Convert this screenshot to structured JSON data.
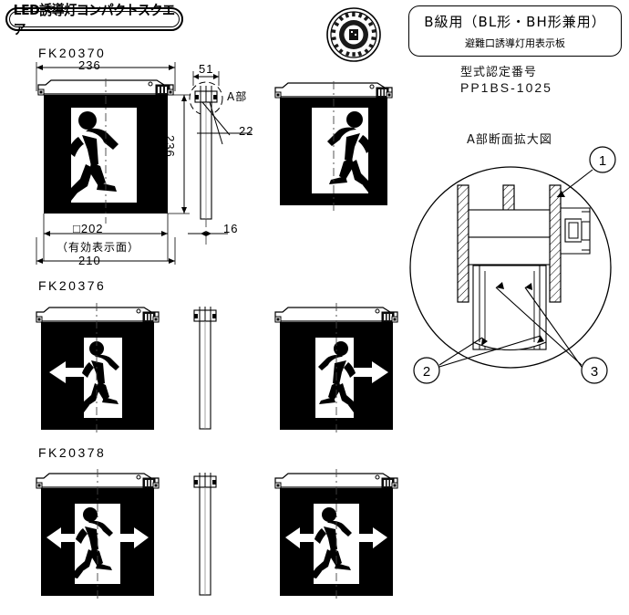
{
  "title_plate": {
    "label": "LED誘導灯コンパクトスクエア"
  },
  "class_plate": {
    "line1": "B級用（BL形・BH形兼用）",
    "line2": "避難口誘導灯用表示板"
  },
  "certification": {
    "label": "型式認定番号",
    "number": "PP1BS-1025",
    "seal_name": "fire-agency-approval-seal"
  },
  "detail_view": {
    "title": "A部断面拡大図",
    "callouts": [
      "1",
      "2",
      "3"
    ]
  },
  "products": [
    {
      "model": "FK20370",
      "front_pictogram": "running-person-left",
      "right_pictogram": "running-person-right",
      "dimensions": {
        "width": "236",
        "height": "236",
        "display_area": "□202",
        "display_area_note": "（有効表示面）",
        "overall_width": "210",
        "side_top_width": "51",
        "side_depth": "22",
        "side_thickness": "16",
        "detail_marker": "A部"
      }
    },
    {
      "model": "FK20376",
      "front_pictogram": "arrow-left-running-person",
      "right_pictogram": "running-person-arrow-right"
    },
    {
      "model": "FK20378",
      "front_pictogram": "arrow-both-running-person",
      "right_pictogram": "arrow-both-running-person"
    }
  ]
}
